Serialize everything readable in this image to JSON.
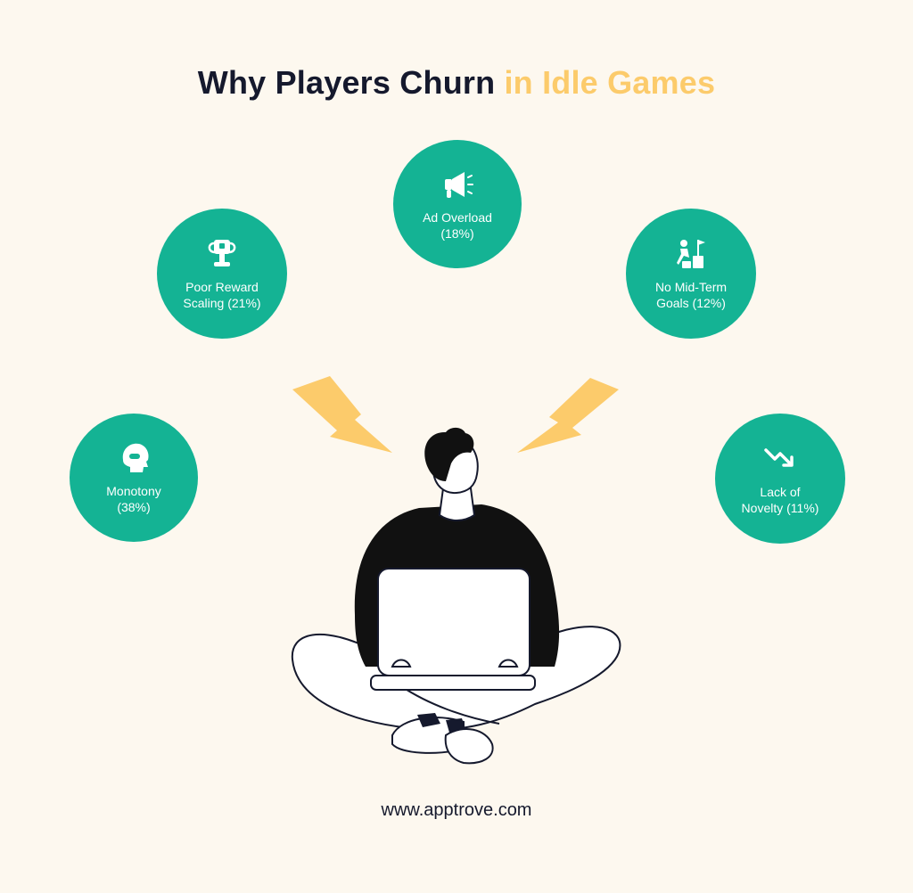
{
  "title": {
    "main": "Why Players Churn",
    "accent": "in Idle Games"
  },
  "bubbles": [
    {
      "id": "ad-overload",
      "label": "Ad Overload\n(18%)",
      "icon": "megaphone-icon"
    },
    {
      "id": "poor-reward",
      "label": "Poor Reward\nScaling (21%)",
      "icon": "trophy-icon"
    },
    {
      "id": "no-midterm",
      "label": "No Mid-Term\nGoals (12%)",
      "icon": "goal-flag-icon"
    },
    {
      "id": "monotony",
      "label": "Monotony\n(38%)",
      "icon": "head-icon"
    },
    {
      "id": "novelty",
      "label": "Lack of\nNovelty (11%)",
      "icon": "trend-down-icon"
    }
  ],
  "footer": {
    "url": "www.apptrove.com"
  },
  "colors": {
    "background": "#fdf8ef",
    "bubble": "#14b394",
    "accent": "#fccb6b",
    "text_dark": "#15192d"
  }
}
